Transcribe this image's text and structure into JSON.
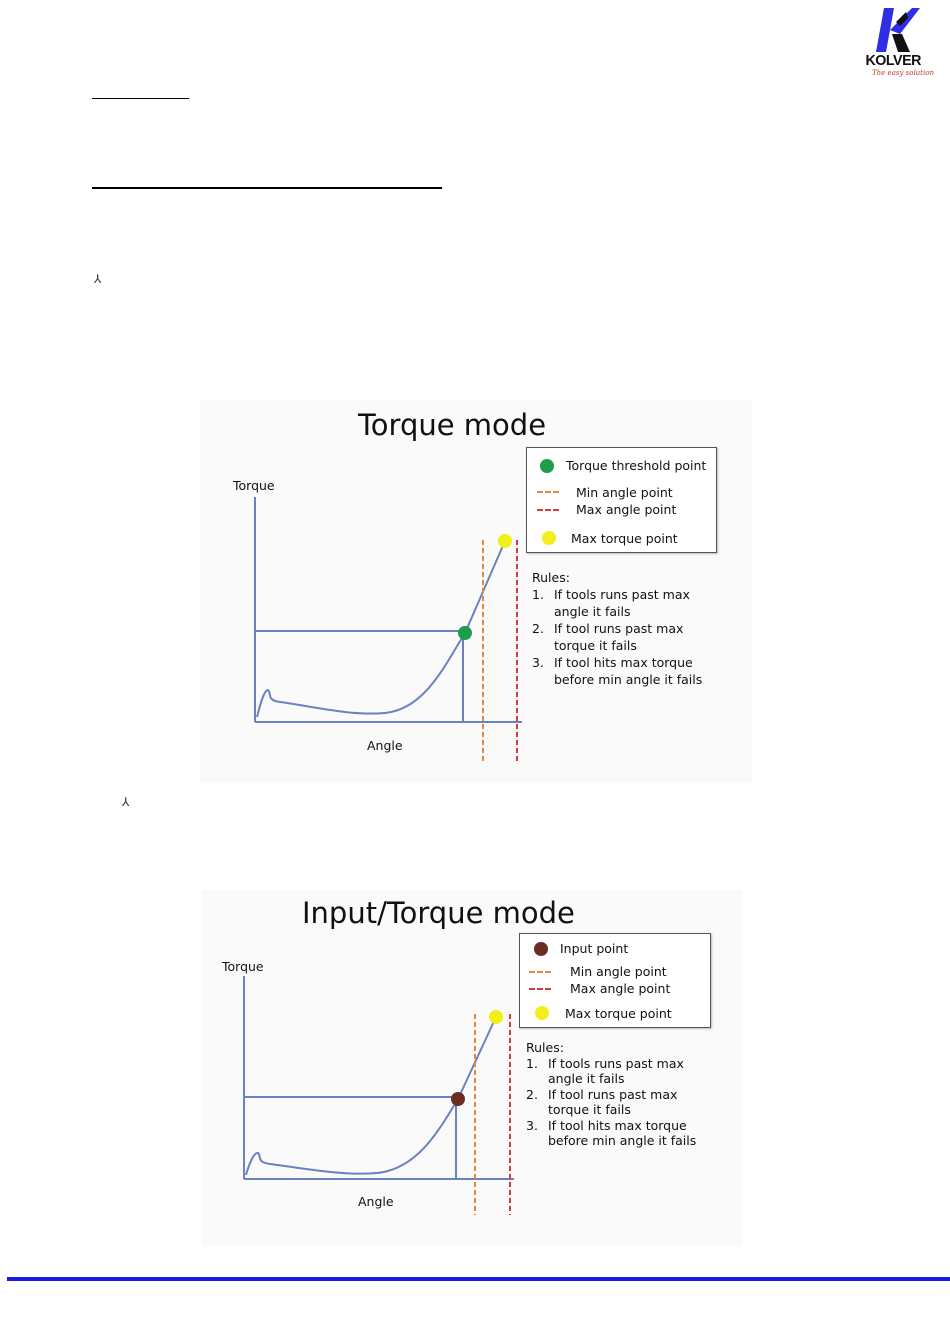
{
  "header": {
    "logo": {
      "brand": "KOLVER",
      "tagline": "The easy solution",
      "colors": {
        "blue": "#2e2ee6",
        "black": "#111111",
        "red": "#c0392b"
      }
    }
  },
  "bullets": {
    "symbol": "⅄"
  },
  "figures": [
    {
      "title": "Torque mode",
      "y_axis_label": "Torque",
      "x_axis_label": "Angle",
      "legend": [
        {
          "marker": "green-dot",
          "color": "#1e9e4a",
          "label": "Torque threshold point"
        },
        {
          "marker": "orange-dash",
          "color": "#e8863a",
          "label": "Min angle point"
        },
        {
          "marker": "red-dash",
          "color": "#d23b3b",
          "label": "Max angle point"
        },
        {
          "marker": "yellow-dot",
          "color": "#f2ee1a",
          "label": "Max torque point"
        }
      ],
      "rules_heading": "Rules:",
      "rules": [
        {
          "num": "1.",
          "line1": "If tools runs past max",
          "line2": "angle it fails"
        },
        {
          "num": "2.",
          "line1": "If tool runs past max",
          "line2": "torque it fails"
        },
        {
          "num": "3.",
          "line1": "If tool hits max torque",
          "line2": "before min angle it fails"
        }
      ],
      "point_color": "#1e9e4a"
    },
    {
      "title": "Input/Torque mode",
      "y_axis_label": "Torque",
      "x_axis_label": "Angle",
      "legend": [
        {
          "marker": "brown-dot",
          "color": "#6b2d22",
          "label": "Input point"
        },
        {
          "marker": "orange-dash",
          "color": "#e8863a",
          "label": "Min angle point"
        },
        {
          "marker": "red-dash",
          "color": "#d23b3b",
          "label": "Max angle point"
        },
        {
          "marker": "yellow-dot",
          "color": "#f2ee1a",
          "label": "Max torque point"
        }
      ],
      "rules_heading": "Rules:",
      "rules": [
        {
          "num": "1.",
          "line1": "If tools runs past max",
          "line2": "angle it fails"
        },
        {
          "num": "2.",
          "line1": "If tool runs past max",
          "line2": "torque it fails"
        },
        {
          "num": "3.",
          "line1": "If tool hits max torque",
          "line2": "before min angle it fails"
        }
      ],
      "point_color": "#6b2d22"
    }
  ],
  "footer": {
    "line_color": "#1a1ae6"
  }
}
